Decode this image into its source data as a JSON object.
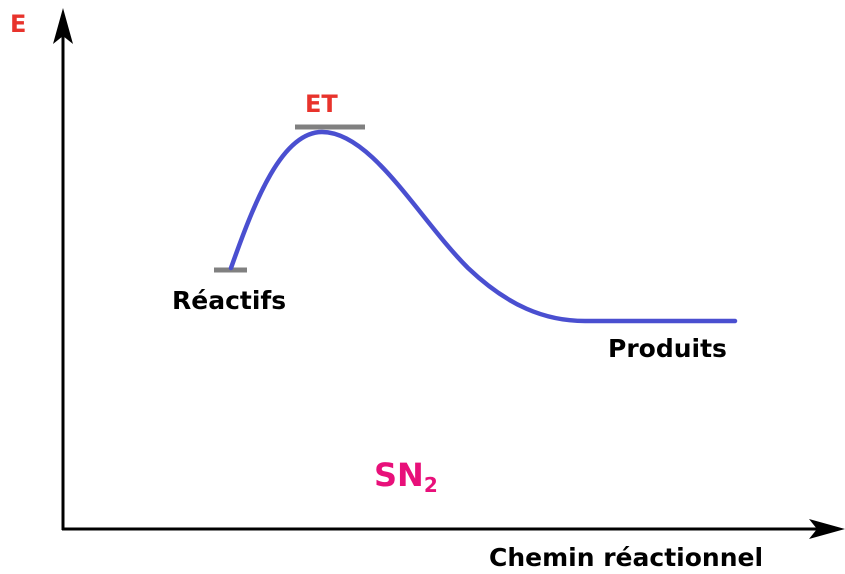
{
  "diagram": {
    "axis_y_label": "E",
    "axis_x_label": "Chemin réactionnel",
    "transition_state_label": "ET",
    "reactants_label": "Réactifs",
    "products_label": "Produits",
    "mechanism": {
      "main": "SN",
      "subscript": "2"
    }
  },
  "colors": {
    "curve": "#4a4fd0",
    "level_marker": "#808080",
    "label_red": "#e8332c",
    "label_pink": "#e8107a",
    "axis": "#000000"
  }
}
